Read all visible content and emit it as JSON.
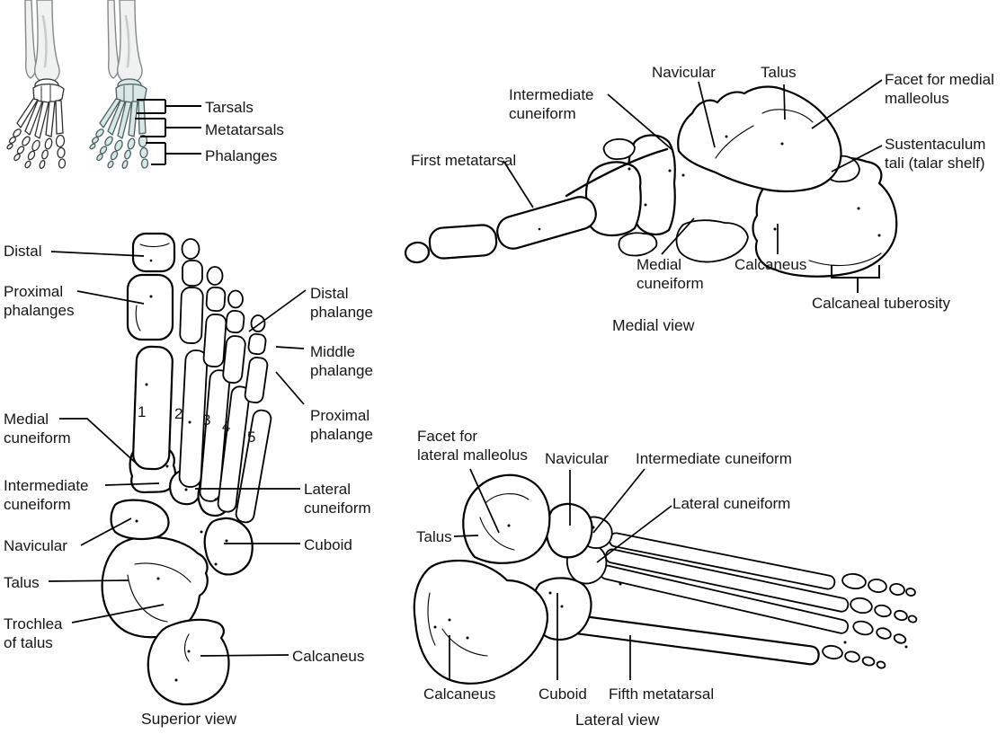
{
  "figure": {
    "background_color": "#ffffff",
    "line_color": "#000000",
    "highlight_color": "#d9e8e6"
  },
  "inset": {
    "labels": [
      {
        "text": "Tarsals"
      },
      {
        "text": "Metatarsals"
      },
      {
        "text": "Phalanges"
      }
    ]
  },
  "superior_view": {
    "caption": "Superior view",
    "metatarsal_numbers": [
      "1",
      "2",
      "3",
      "4",
      "5"
    ],
    "labels": [
      {
        "text": "Distal"
      },
      {
        "text": "Proximal\nphalanges"
      },
      {
        "text": "Medial\ncuneiform"
      },
      {
        "text": "Intermediate\ncuneiform"
      },
      {
        "text": "Navicular"
      },
      {
        "text": "Talus"
      },
      {
        "text": "Trochlea\nof talus"
      },
      {
        "text": "Distal\nphalange"
      },
      {
        "text": "Middle\nphalange"
      },
      {
        "text": "Proximal\nphalange"
      },
      {
        "text": "Lateral\ncuneiform"
      },
      {
        "text": "Cuboid"
      },
      {
        "text": "Calcaneus"
      }
    ]
  },
  "medial_view": {
    "caption": "Medial view",
    "labels": [
      {
        "text": "Intermediate\ncuneiform"
      },
      {
        "text": "Navicular"
      },
      {
        "text": "Talus"
      },
      {
        "text": "Facet for medial\nmalleolus"
      },
      {
        "text": "First metatarsal"
      },
      {
        "text": "Sustentaculum\ntali (talar shelf)"
      },
      {
        "text": "Medial\ncuneiform"
      },
      {
        "text": "Calcaneus"
      },
      {
        "text": "Calcaneal tuberosity"
      }
    ]
  },
  "lateral_view": {
    "caption": "Lateral view",
    "labels": [
      {
        "text": "Facet for\nlateral malleolus"
      },
      {
        "text": "Navicular"
      },
      {
        "text": "Intermediate cuneiform"
      },
      {
        "text": "Lateral cuneiform"
      },
      {
        "text": "Talus"
      },
      {
        "text": "Calcaneus"
      },
      {
        "text": "Cuboid"
      },
      {
        "text": "Fifth metatarsal"
      }
    ]
  }
}
